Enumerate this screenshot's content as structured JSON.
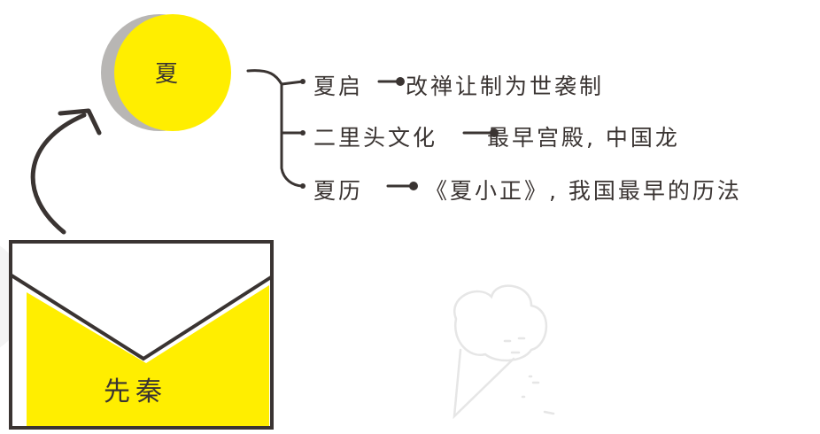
{
  "root": {
    "label": "先秦",
    "color": "#ffee00"
  },
  "topic": {
    "label": "夏",
    "color": "#ffee00",
    "shadow_color": "#b8b6b4"
  },
  "branches": [
    {
      "title": "夏启",
      "detail": "改禅让制为世袭制"
    },
    {
      "title": "二里头文化",
      "detail": "最早宫殿, 中国龙"
    },
    {
      "title": "夏历",
      "detail": "《夏小正》, 我国最早的历法"
    }
  ],
  "colors": {
    "ink": "#3a3432",
    "accent": "#ffee00"
  }
}
